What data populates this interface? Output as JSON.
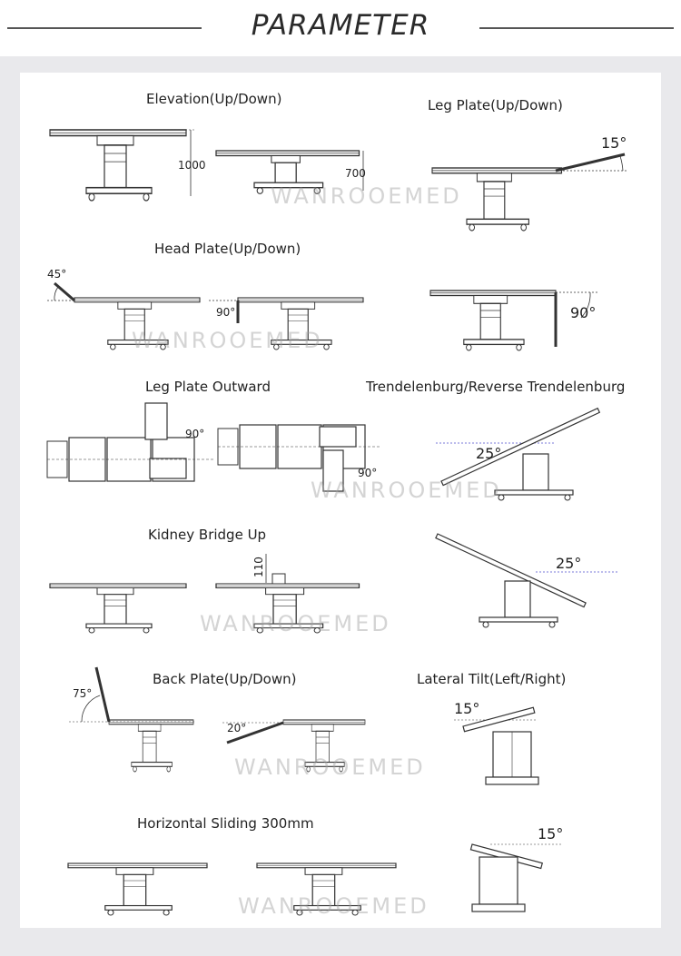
{
  "header": {
    "title": "PARAMETER"
  },
  "watermark": "WANROOEMED",
  "sections": {
    "elevation": {
      "title": "Elevation(Up/Down)",
      "max": "1000",
      "min": "700"
    },
    "leg_plate": {
      "title": "Leg Plate(Up/Down)",
      "angle": "15°"
    },
    "head_plate": {
      "title": "Head Plate(Up/Down)",
      "up_angle": "45°",
      "down_angle": "90°"
    },
    "leg_plate_down": {
      "angle": "90°"
    },
    "leg_outward": {
      "title": "Leg Plate Outward",
      "angle1": "90°",
      "angle2": "90°"
    },
    "trendelenburg": {
      "title": "Trendelenburg/Reverse Trendelenburg",
      "angle1": "25°",
      "angle2": "25°"
    },
    "kidney": {
      "title": "Kidney Bridge Up",
      "height": "110"
    },
    "back_plate": {
      "title": "Back Plate(Up/Down)",
      "up_angle": "75°",
      "down_angle": "20°"
    },
    "lateral": {
      "title": "Lateral Tilt(Left/Right)",
      "angle1": "15°",
      "angle2": "15°"
    },
    "sliding": {
      "title": "Horizontal Sliding 300mm"
    }
  }
}
